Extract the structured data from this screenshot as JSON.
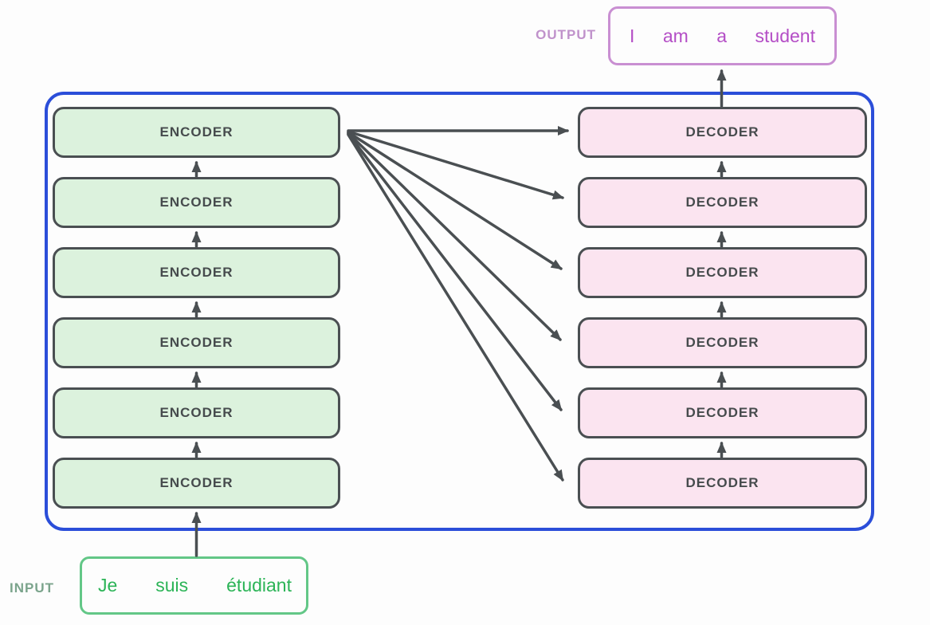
{
  "output": {
    "label": "OUTPUT",
    "words": [
      "I",
      "am",
      "a",
      "student"
    ]
  },
  "input": {
    "label": "INPUT",
    "words": [
      "Je",
      "suis",
      "étudiant"
    ]
  },
  "encoders": {
    "label": "ENCODER",
    "count": 6
  },
  "decoders": {
    "label": "DECODER",
    "count": 6
  },
  "colors": {
    "frame_border": "#2b4ed9",
    "encoder_fill": "#dcf2dd",
    "decoder_fill": "#fbe4f0",
    "block_border": "#4a4f52",
    "block_text": "#464b4d",
    "arrow": "#4a4f52",
    "output_border": "#c98fd2",
    "output_text": "#b44ec6",
    "output_label": "#c092cb",
    "input_border": "#63c787",
    "input_text": "#2cb457",
    "input_label": "#7ba48c",
    "background": "#fdfdfd"
  }
}
